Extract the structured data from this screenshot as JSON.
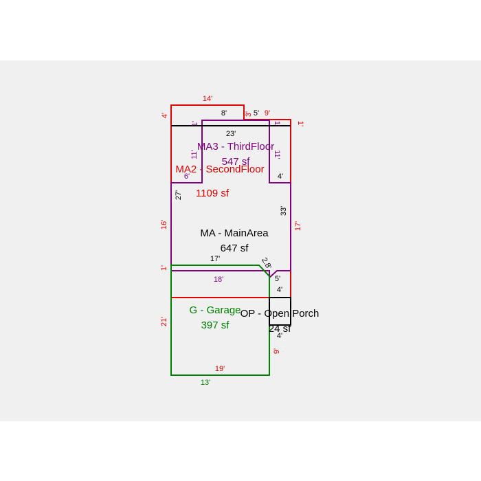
{
  "areas": {
    "ma3": {
      "name": "MA3 - ThirdFloor",
      "sf": "547 sf",
      "color": "#800080"
    },
    "ma2": {
      "name": "MA2 - SecondFloor",
      "sf": "1109 sf",
      "color": "#e00000"
    },
    "ma": {
      "name": "MA - MainArea",
      "sf": "647 sf",
      "color": "#800080"
    },
    "g": {
      "name": "G - Garage",
      "sf": "397 sf",
      "color": "#008000"
    },
    "op": {
      "name": "OP - Open Porch",
      "sf": "24 sf",
      "color": "#000000"
    }
  },
  "dims": {
    "top_14": "14'",
    "left_4": "4'",
    "top_8": "8'",
    "top_5": "5'",
    "top_3": "3'",
    "top_9": "9'",
    "right_1": "1'",
    "inner_1a": "1'",
    "inner_1b": "1'",
    "line_23": "23'",
    "left_11": "11'",
    "right_11": "11'",
    "inner_6": "6'",
    "inner_4": "4'",
    "left_27": "27'",
    "right_33": "33'",
    "left_16": "16'",
    "right_17": "17'",
    "mid_17": "17'",
    "left_1": "1'",
    "diag_28": "2.8'",
    "mid_18": "18'",
    "right_5": "5'",
    "porch_4_top": "4'",
    "porch_4_bottom": "4'",
    "left_21": "21'",
    "right_9": "9'",
    "bottom_19": "19'",
    "bottom_13": "13'"
  }
}
